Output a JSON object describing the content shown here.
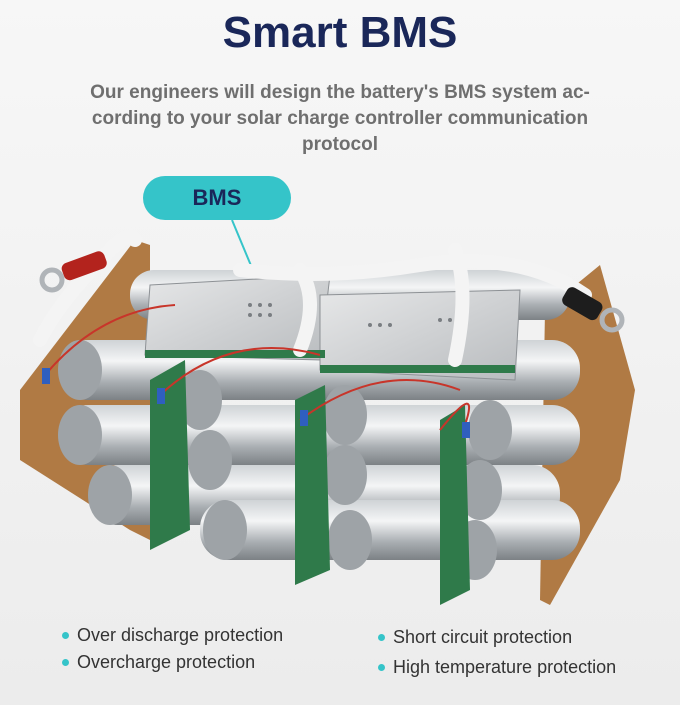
{
  "header": {
    "title": "Smart BMS",
    "subtitle_lines": [
      "Our engineers will design the battery's BMS system ac-",
      "cording to your solar charge controller communication",
      "protocol"
    ]
  },
  "callout": {
    "label": "BMS"
  },
  "features": [
    "Over discharge protection",
    "Overcharge protection",
    "Short circuit protection",
    "High temperature protection"
  ],
  "colors": {
    "title": "#1a2759",
    "accent": "#35c4c9",
    "subtitle": "#6f6f6f"
  }
}
